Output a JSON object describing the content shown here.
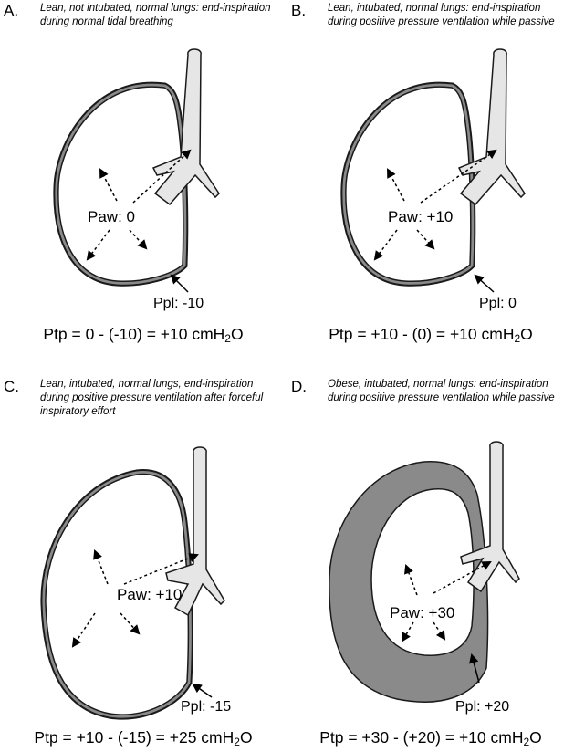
{
  "colors": {
    "pleura": "#8a8a8a",
    "outline": "#1a1a1a",
    "airway": "#e6e6e6",
    "background": "#ffffff"
  },
  "panels": [
    {
      "letter": "A.",
      "caption": "Lean, not intubated, normal lungs: end-inspiration during normal tidal breathing",
      "paw": "Paw: 0",
      "ppl": "Ppl: -10",
      "eq_main": "Ptp = 0 - (-10) = +10 cmH",
      "eq_sub": "2",
      "eq_tail": "O"
    },
    {
      "letter": "B.",
      "caption": "Lean, intubated, normal lungs: end-inspiration during positive pressure ventilation while passive",
      "paw": "Paw: +10",
      "ppl": "Ppl: 0",
      "eq_main": "Ptp = +10 - (0) = +10 cmH",
      "eq_sub": "2",
      "eq_tail": "O"
    },
    {
      "letter": "C.",
      "caption": "Lean, intubated, normal lungs, end-inspiration during positive pressure ventilation after forceful inspiratory effort",
      "paw": "Paw: +10",
      "ppl": "Ppl: -15",
      "eq_main": "Ptp = +10 - (-15) = +25 cmH",
      "eq_sub": "2",
      "eq_tail": "O"
    },
    {
      "letter": "D.",
      "caption": "Obese, intubated, normal lungs: end-inspiration during positive pressure ventilation while passive",
      "paw": "Paw: +30",
      "ppl": "Ppl: +20",
      "eq_main": "Ptp = +30 - (+20) = +10 cmH",
      "eq_sub": "2",
      "eq_tail": "O"
    }
  ]
}
